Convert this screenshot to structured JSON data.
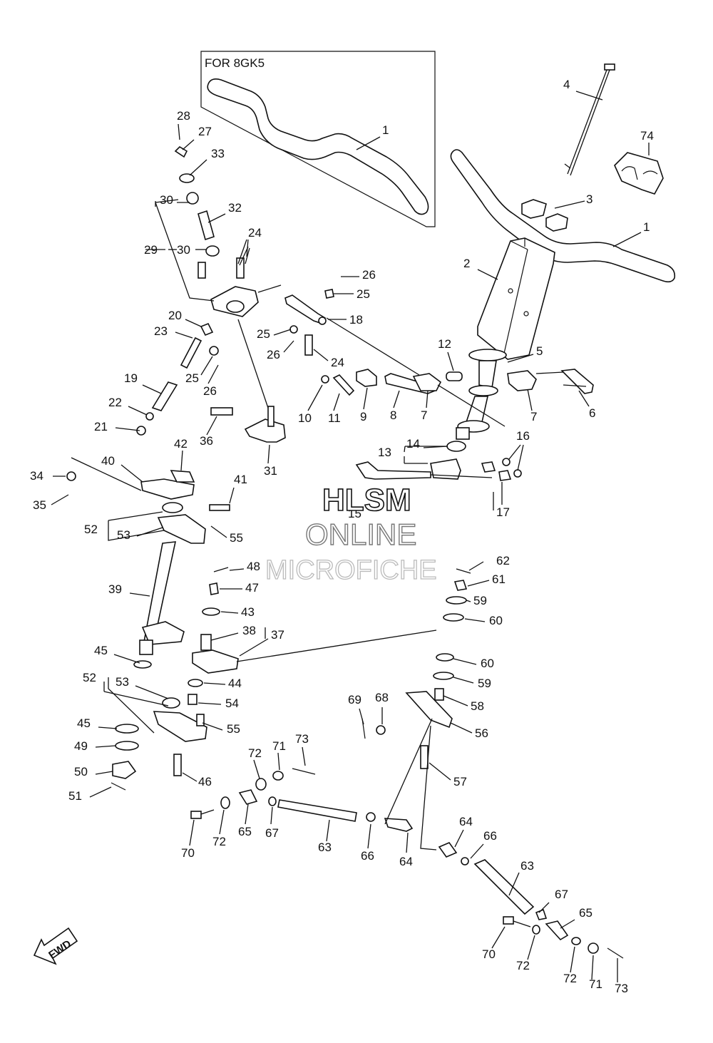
{
  "inset": {
    "title": "FOR 8GK5"
  },
  "watermark": {
    "line1": "HLSM",
    "line2": "ONLINE",
    "line3": "MICROFICHE"
  },
  "fwd_label": "FWD",
  "callouts": [
    {
      "id": "c1a",
      "text": "1"
    },
    {
      "id": "c1b",
      "text": "1"
    },
    {
      "id": "c2",
      "text": "2"
    },
    {
      "id": "c3",
      "text": "3"
    },
    {
      "id": "c4",
      "text": "4"
    },
    {
      "id": "c5",
      "text": "5"
    },
    {
      "id": "c6",
      "text": "6"
    },
    {
      "id": "c7a",
      "text": "7"
    },
    {
      "id": "c7b",
      "text": "7"
    },
    {
      "id": "c8",
      "text": "8"
    },
    {
      "id": "c9",
      "text": "9"
    },
    {
      "id": "c10",
      "text": "10"
    },
    {
      "id": "c11",
      "text": "11"
    },
    {
      "id": "c12",
      "text": "12"
    },
    {
      "id": "c13",
      "text": "13"
    },
    {
      "id": "c14",
      "text": "14"
    },
    {
      "id": "c15",
      "text": "15"
    },
    {
      "id": "c16",
      "text": "16"
    },
    {
      "id": "c17",
      "text": "17"
    },
    {
      "id": "c18",
      "text": "18"
    },
    {
      "id": "c19",
      "text": "19"
    },
    {
      "id": "c20",
      "text": "20"
    },
    {
      "id": "c21",
      "text": "21"
    },
    {
      "id": "c22",
      "text": "22"
    },
    {
      "id": "c23",
      "text": "23"
    },
    {
      "id": "c24a",
      "text": "24"
    },
    {
      "id": "c24b",
      "text": "24"
    },
    {
      "id": "c25a",
      "text": "25"
    },
    {
      "id": "c25b",
      "text": "25"
    },
    {
      "id": "c25c",
      "text": "25"
    },
    {
      "id": "c26a",
      "text": "26"
    },
    {
      "id": "c26b",
      "text": "26"
    },
    {
      "id": "c26c",
      "text": "26"
    },
    {
      "id": "c27",
      "text": "27"
    },
    {
      "id": "c28",
      "text": "28"
    },
    {
      "id": "c29",
      "text": "29"
    },
    {
      "id": "c30a",
      "text": "30"
    },
    {
      "id": "c30b",
      "text": "30"
    },
    {
      "id": "c31",
      "text": "31"
    },
    {
      "id": "c32",
      "text": "32"
    },
    {
      "id": "c33",
      "text": "33"
    },
    {
      "id": "c34",
      "text": "34"
    },
    {
      "id": "c35",
      "text": "35"
    },
    {
      "id": "c36",
      "text": "36"
    },
    {
      "id": "c37",
      "text": "37"
    },
    {
      "id": "c38",
      "text": "38"
    },
    {
      "id": "c39",
      "text": "39"
    },
    {
      "id": "c40",
      "text": "40"
    },
    {
      "id": "c41",
      "text": "41"
    },
    {
      "id": "c42",
      "text": "42"
    },
    {
      "id": "c43",
      "text": "43"
    },
    {
      "id": "c44",
      "text": "44"
    },
    {
      "id": "c45a",
      "text": "45"
    },
    {
      "id": "c45b",
      "text": "45"
    },
    {
      "id": "c46",
      "text": "46"
    },
    {
      "id": "c47",
      "text": "47"
    },
    {
      "id": "c48",
      "text": "48"
    },
    {
      "id": "c49",
      "text": "49"
    },
    {
      "id": "c50",
      "text": "50"
    },
    {
      "id": "c51",
      "text": "51"
    },
    {
      "id": "c52a",
      "text": "52"
    },
    {
      "id": "c52b",
      "text": "52"
    },
    {
      "id": "c53a",
      "text": "53"
    },
    {
      "id": "c53b",
      "text": "53"
    },
    {
      "id": "c54",
      "text": "54"
    },
    {
      "id": "c55a",
      "text": "55"
    },
    {
      "id": "c55b",
      "text": "55"
    },
    {
      "id": "c56",
      "text": "56"
    },
    {
      "id": "c57",
      "text": "57"
    },
    {
      "id": "c58",
      "text": "58"
    },
    {
      "id": "c59a",
      "text": "59"
    },
    {
      "id": "c59b",
      "text": "59"
    },
    {
      "id": "c60a",
      "text": "60"
    },
    {
      "id": "c60b",
      "text": "60"
    },
    {
      "id": "c61",
      "text": "61"
    },
    {
      "id": "c62",
      "text": "62"
    },
    {
      "id": "c63a",
      "text": "63"
    },
    {
      "id": "c63b",
      "text": "63"
    },
    {
      "id": "c64a",
      "text": "64"
    },
    {
      "id": "c64b",
      "text": "64"
    },
    {
      "id": "c65a",
      "text": "65"
    },
    {
      "id": "c65b",
      "text": "65"
    },
    {
      "id": "c66a",
      "text": "66"
    },
    {
      "id": "c66b",
      "text": "66"
    },
    {
      "id": "c67a",
      "text": "67"
    },
    {
      "id": "c67b",
      "text": "67"
    },
    {
      "id": "c68",
      "text": "68"
    },
    {
      "id": "c69",
      "text": "69"
    },
    {
      "id": "c70a",
      "text": "70"
    },
    {
      "id": "c70b",
      "text": "70"
    },
    {
      "id": "c71a",
      "text": "71"
    },
    {
      "id": "c71b",
      "text": "71"
    },
    {
      "id": "c72a",
      "text": "72"
    },
    {
      "id": "c72b",
      "text": "72"
    },
    {
      "id": "c72c",
      "text": "72"
    },
    {
      "id": "c72d",
      "text": "72"
    },
    {
      "id": "c73a",
      "text": "73"
    },
    {
      "id": "c73b",
      "text": "73"
    },
    {
      "id": "c74",
      "text": "74"
    }
  ]
}
